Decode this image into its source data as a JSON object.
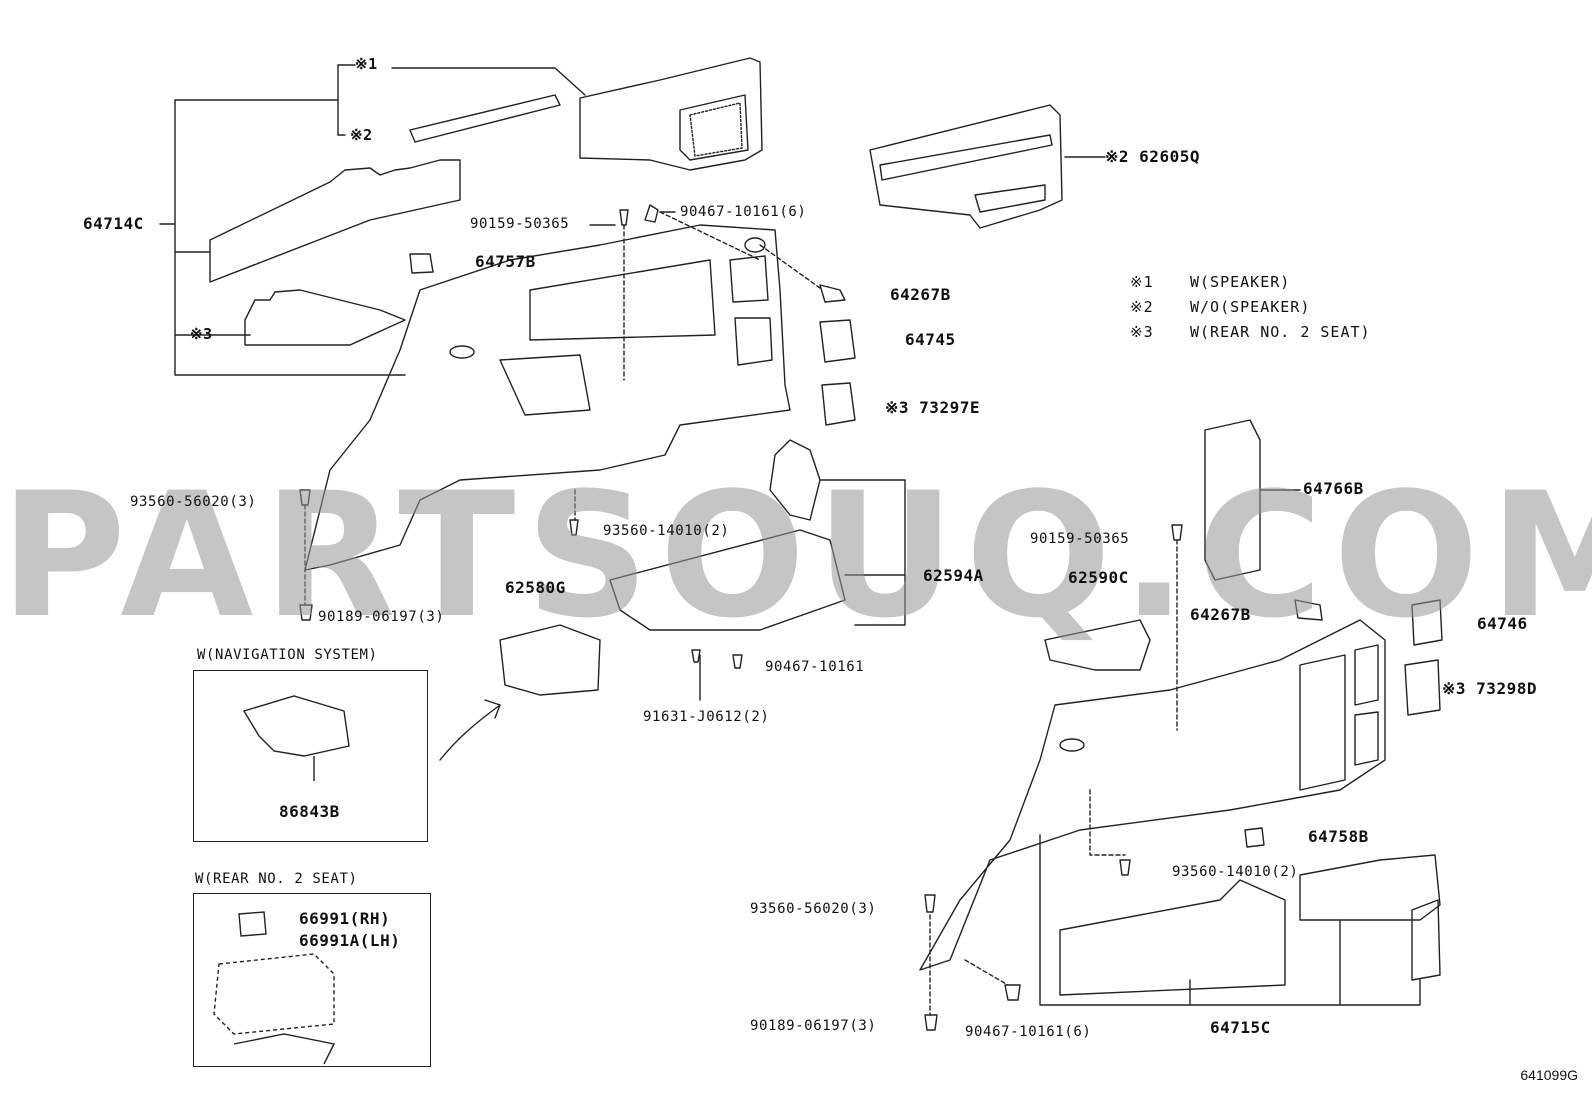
{
  "labels": {
    "n1": "※1",
    "n2": "※2",
    "n3": "※3",
    "p64714C": "64714C",
    "p62605Q": "※2 62605Q",
    "p90159a": "90159-50365",
    "p90467a": "90467-10161(6)",
    "p64757B": "64757B",
    "p64267Ba": "64267B",
    "p64745": "64745",
    "p73297E": "※3 73297E",
    "p64766B": "64766B",
    "p93560a": "93560-56020(3)",
    "p93560b": "93560-14010(2)",
    "p90159b": "90159-50365",
    "p62590C": "62590C",
    "p62594A": "62594A",
    "p62580G": "62580G",
    "p64267Bb": "64267B",
    "p64746": "64746",
    "p73298D": "※3 73298D",
    "p90189a": "90189-06197(3)",
    "p90467b": "90467-10161",
    "p91631": "91631-J0612(2)",
    "p86843B": "86843B",
    "p64758B": "64758B",
    "p93560c": "93560-14010(2)",
    "p93560d": "93560-56020(3)",
    "p66991": "66991(RH)",
    "p66991A": "66991A(LH)",
    "p90189b": "90189-06197(3)",
    "p90467c": "90467-10161(6)",
    "p64715C": "64715C"
  },
  "legend": [
    {
      "mark": "※1",
      "text": "W(SPEAKER)"
    },
    {
      "mark": "※2",
      "text": "W/O(SPEAKER)"
    },
    {
      "mark": "※3",
      "text": "W(REAR NO. 2 SEAT)"
    }
  ],
  "insets": {
    "nav_title": "W(NAVIGATION SYSTEM)",
    "seat_title": "W(REAR NO. 2 SEAT)"
  },
  "watermark": "PARTSOUQ.COM",
  "diagram_code": "641099G"
}
